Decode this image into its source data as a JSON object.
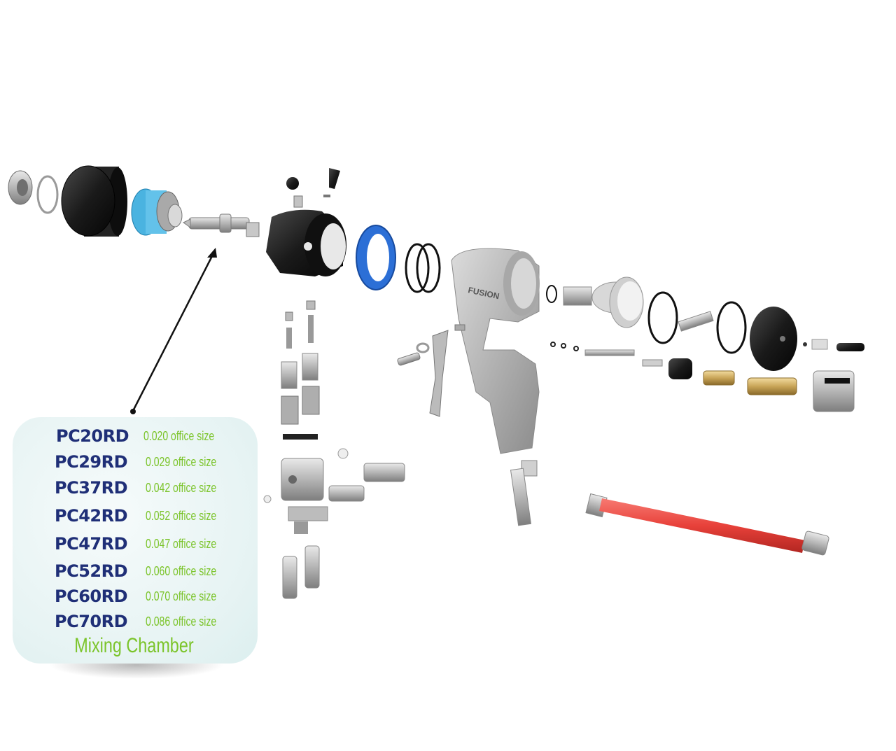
{
  "legend": {
    "title": "Mixing Chamber",
    "items": [
      {
        "model": "PC20RD",
        "size": "0.020 office size"
      },
      {
        "model": "PC29RD",
        "size": "0.029 office size"
      },
      {
        "model": "PC37RD",
        "size": "0.042 office size"
      },
      {
        "model": "PC42RD",
        "size": "0.052 office size"
      },
      {
        "model": "PC47RD",
        "size": "0.047 office size"
      },
      {
        "model": "PC52RD",
        "size": "0.060 office size"
      },
      {
        "model": "PC60RD",
        "size": "0.070 office size"
      },
      {
        "model": "PC70RD",
        "size": "0.086 office size"
      }
    ]
  },
  "colors": {
    "model_text": "#1f2f77",
    "size_text": "#7bc42a",
    "legend_bg": "#e6f3f3",
    "blue_part": "#2c6fd6",
    "cyan_part": "#4ab3e0",
    "hose_red": "#e8413a",
    "body_gray": "#b9b9b9"
  },
  "gun_brand": "FUSION"
}
